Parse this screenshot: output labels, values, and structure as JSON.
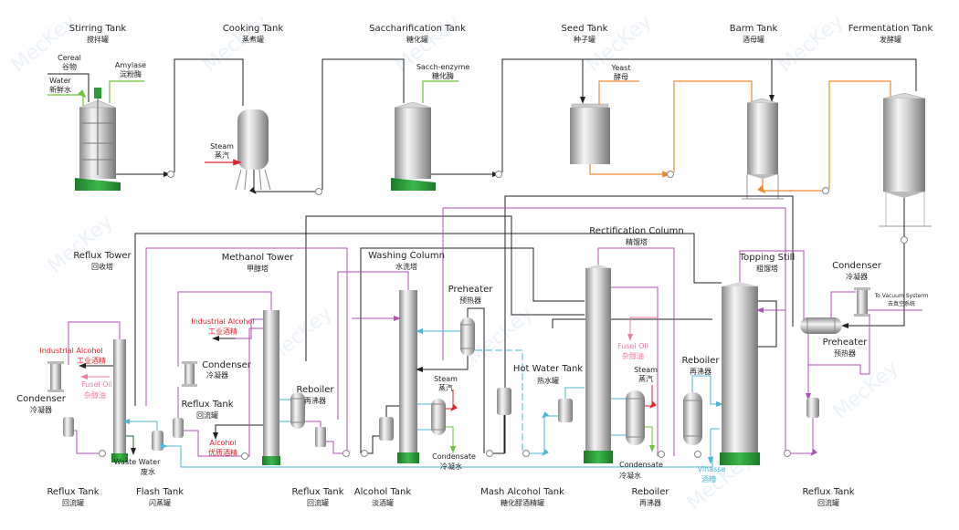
{
  "title": "Alcohol Production Process Flow Diagram",
  "colors": {
    "process_line": "#222222",
    "water_line": "#6cc43a",
    "steam_line": "#e8202a",
    "yeast_line": "#f08a30",
    "vapor_line": "#b050b8",
    "cooling_line": "#4ab8d6",
    "fusel_line": "#f07ca0",
    "tank_base": "#2e9a3a",
    "watermark": "#d8e6f2"
  },
  "watermark": "MecKey",
  "top_row": {
    "stirring_tank": {
      "en": "Stirring Tank",
      "zh": "搅拌罐"
    },
    "cooking_tank": {
      "en": "Cooking Tank",
      "zh": "蒸煮罐"
    },
    "saccharification_tank": {
      "en": "Saccharification Tank",
      "zh": "糖化罐"
    },
    "seed_tank": {
      "en": "Seed Tank",
      "zh": "种子罐"
    },
    "barm_tank": {
      "en": "Barm Tank",
      "zh": "酒母罐"
    },
    "fermentation_tank": {
      "en": "Fermentation Tank",
      "zh": "发酵罐"
    }
  },
  "inputs": {
    "cereal": {
      "en": "Cereal",
      "zh": "谷物"
    },
    "water": {
      "en": "Water",
      "zh": "新鲜水"
    },
    "amylase": {
      "en": "Amylase",
      "zh": "淀粉酶"
    },
    "steam": {
      "en": "Steam",
      "zh": "蒸汽"
    },
    "sacch_enzyme": {
      "en": "Sacch-enzyme",
      "zh": "糖化酶"
    },
    "yeast": {
      "en": "Yeast",
      "zh": "酵母"
    }
  },
  "columns": {
    "reflux_tower": {
      "en": "Reflux Tower",
      "zh": "回收塔"
    },
    "methanol_tower": {
      "en": "Methanol Tower",
      "zh": "甲醇塔"
    },
    "washing_column": {
      "en": "Washing Column",
      "zh": "水洗塔"
    },
    "rectification_column": {
      "en": "Rectification Column",
      "zh": "精馏塔"
    },
    "topping_still": {
      "en": "Topping Still",
      "zh": "粗馏塔"
    }
  },
  "equipment": {
    "condenser_left": {
      "en": "Condenser",
      "zh": "冷凝器"
    },
    "condenser_methanol": {
      "en": "Condenser",
      "zh": "冷凝器"
    },
    "condenser_right": {
      "en": "Condenser",
      "zh": "冷凝器"
    },
    "reflux_tank_methanol": {
      "en": "Reflux Tank",
      "zh": "回流罐"
    },
    "reboiler_methanol": {
      "en": "Reboiler",
      "zh": "再沸器"
    },
    "preheater_mid": {
      "en": "Preheater",
      "zh": "预热器"
    },
    "preheater_right": {
      "en": "Preheater",
      "zh": "预热器"
    },
    "hot_water_tank": {
      "en": "Hot Water Tank",
      "zh": "热水罐"
    },
    "reboiler_topping": {
      "en": "Reboiler",
      "zh": "再沸器"
    },
    "to_vacuum": {
      "en": "To Vacuum Systerm",
      "zh": "去真空系统"
    }
  },
  "streams": {
    "industrial_alcohol_left": {
      "en": "Industrial Alcohol",
      "zh": "工业酒精"
    },
    "industrial_alcohol_methanol": {
      "en": "Industrial Alcohol",
      "zh": "工业酒精"
    },
    "fusel_oil_left": {
      "en": "Fusel Oil",
      "zh": "杂醇油"
    },
    "fusel_oil_right": {
      "en": "Fusel Oil",
      "zh": "杂醇油"
    },
    "alcohol": {
      "en": "Alcohol",
      "zh": "优质酒精"
    },
    "waste_water": {
      "en": "Waste Water",
      "zh": "废水"
    },
    "steam_washing": {
      "en": "Steam",
      "zh": "蒸汽"
    },
    "condensate_washing": {
      "en": "Condensate",
      "zh": "冷凝水"
    },
    "steam_rect": {
      "en": "Steam",
      "zh": "蒸汽"
    },
    "condensate_rect": {
      "en": "Condensate",
      "zh": "冷凝水"
    },
    "vinasse": {
      "en": "Vinasse",
      "zh": "酒糟"
    }
  },
  "bottom_row": {
    "reflux_tank_1": {
      "en": "Reflux Tank",
      "zh": "回流罐"
    },
    "flash_tank": {
      "en": "Flash Tank",
      "zh": "闪蒸罐"
    },
    "reflux_tank_2": {
      "en": "Reflux Tank",
      "zh": "回流罐"
    },
    "alcohol_tank": {
      "en": "Alcohol Tank",
      "zh": "淡酒罐"
    },
    "mash_alcohol_tank": {
      "en": "Mash Alcohol Tank",
      "zh": "糖化醪酒精罐"
    },
    "reboiler": {
      "en": "Reboiler",
      "zh": "再沸器"
    },
    "reflux_tank_3": {
      "en": "Reflux Tank",
      "zh": "回流罐"
    }
  }
}
